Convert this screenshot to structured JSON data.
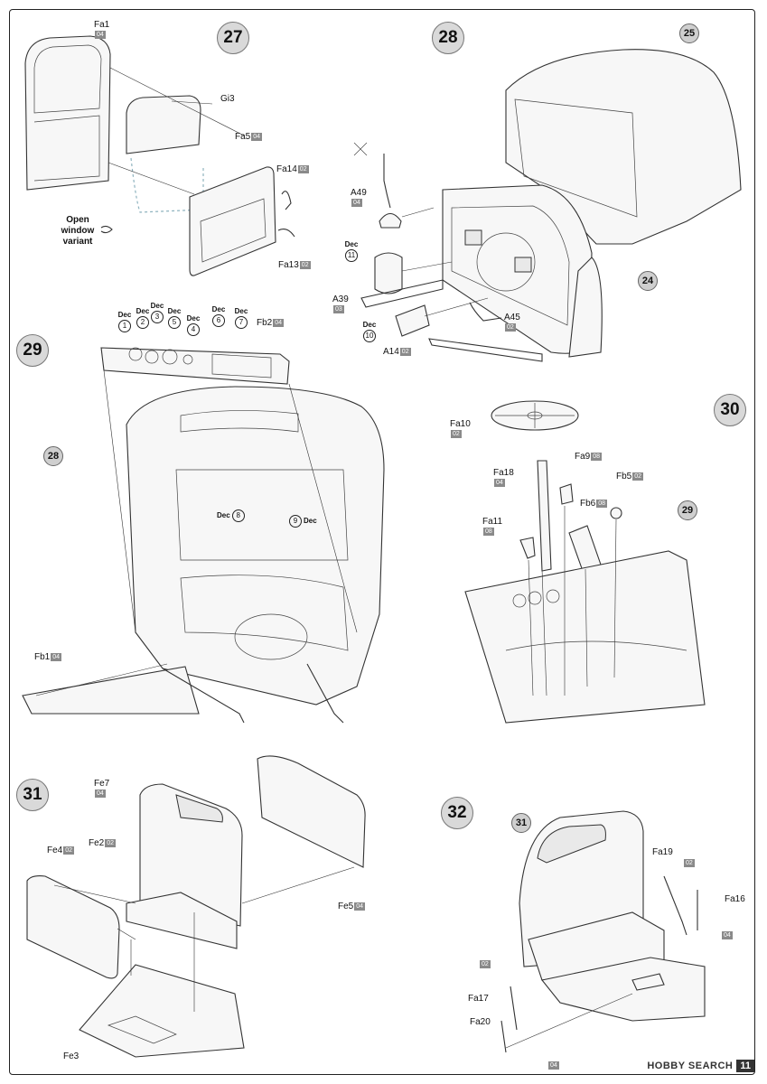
{
  "steps": [
    "27",
    "28",
    "29",
    "30",
    "31",
    "32"
  ],
  "callouts": [
    "25",
    "24",
    "28",
    "29",
    "31"
  ],
  "step27": {
    "parts": [
      {
        "name": "Fa1",
        "sprue": "04"
      },
      {
        "name": "Gi3",
        "sprue": ""
      },
      {
        "name": "Fa5",
        "sprue": "04"
      },
      {
        "name": "Fa14",
        "sprue": "02"
      },
      {
        "name": "Fa13",
        "sprue": "02"
      }
    ],
    "note": [
      "Open",
      "window",
      "variant"
    ]
  },
  "step28": {
    "parts": [
      {
        "name": "A49",
        "sprue": "04"
      },
      {
        "name": "A39",
        "sprue": "03"
      },
      {
        "name": "A45",
        "sprue": "02"
      },
      {
        "name": "A14",
        "sprue": "02"
      }
    ],
    "decals": [
      {
        "label": "Dec",
        "num": "11"
      },
      {
        "label": "Dec",
        "num": "10"
      }
    ]
  },
  "step29": {
    "decals": [
      {
        "label": "Dec",
        "num": "1"
      },
      {
        "label": "Dec",
        "num": "2"
      },
      {
        "label": "Dec",
        "num": "3"
      },
      {
        "label": "Dec",
        "num": "5"
      },
      {
        "label": "Dec",
        "num": "4"
      },
      {
        "label": "Dec",
        "num": "6"
      },
      {
        "label": "Dec",
        "num": "7"
      }
    ],
    "inline_decals": [
      {
        "label": "Dec",
        "num": "8"
      },
      {
        "label": "Dec",
        "num": "9"
      }
    ],
    "parts": [
      {
        "name": "Fb2",
        "sprue": "04"
      },
      {
        "name": "Fb1",
        "sprue": "04"
      }
    ]
  },
  "step30": {
    "parts": [
      {
        "name": "Fa10",
        "sprue": "02"
      },
      {
        "name": "Fa9",
        "sprue": "08"
      },
      {
        "name": "Fa18",
        "sprue": "04"
      },
      {
        "name": "Fb5",
        "sprue": "02"
      },
      {
        "name": "Fb6",
        "sprue": "08"
      },
      {
        "name": "Fa11",
        "sprue": "08"
      }
    ]
  },
  "step31": {
    "parts": [
      {
        "name": "Fe7",
        "sprue": "04"
      },
      {
        "name": "Fe4",
        "sprue": "02"
      },
      {
        "name": "Fe2",
        "sprue": "02"
      },
      {
        "name": "Fe5",
        "sprue": "04"
      },
      {
        "name": "Fe3",
        "sprue": ""
      }
    ]
  },
  "step32": {
    "parts": [
      {
        "name": "Fa19",
        "sprue": ""
      },
      {
        "name": "Fa16",
        "sprue": ""
      },
      {
        "name": "Fa17",
        "sprue": ""
      },
      {
        "name": "Fa20",
        "sprue": ""
      }
    ],
    "sprue_badges": [
      "02",
      "04",
      "02",
      "04"
    ]
  },
  "footer": {
    "logo_text": "HOBBY SEARCH",
    "page_badge": "11"
  },
  "colors": {
    "line": "#333333",
    "badge": "#8a8a8a",
    "step_circle": "#d9d9d9"
  }
}
